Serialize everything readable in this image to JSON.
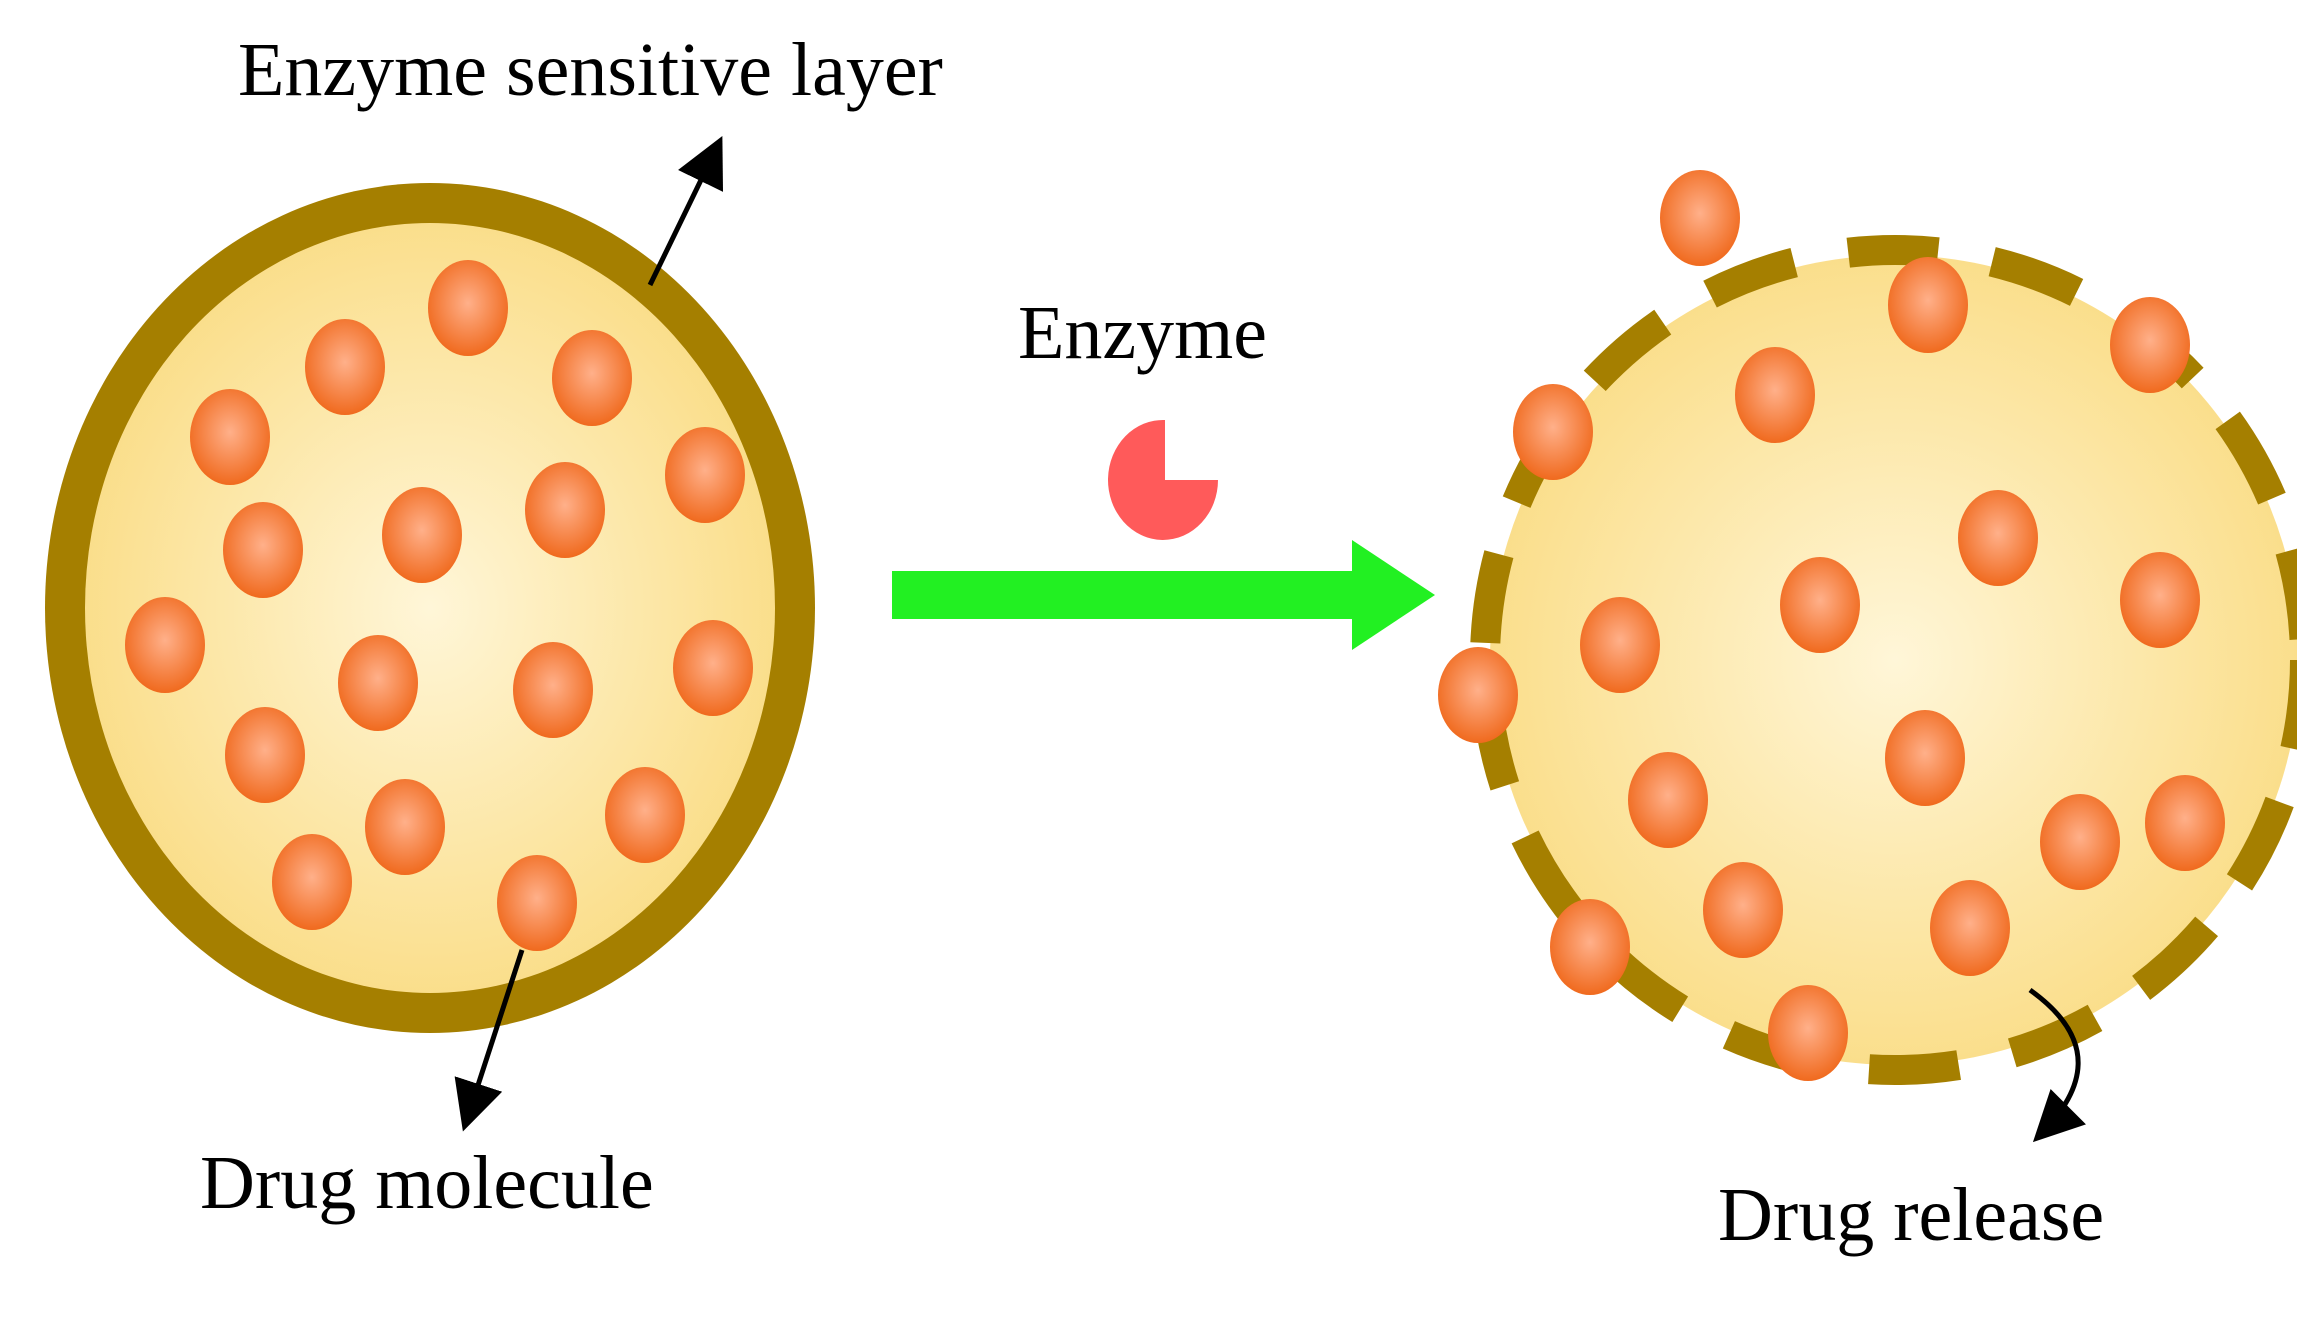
{
  "labels": {
    "enzyme_sensitive_layer": "Enzyme sensitive layer",
    "enzyme": "Enzyme",
    "drug_molecule": "Drug molecule",
    "drug_release": "Drug release"
  },
  "colors": {
    "capsule_shell": "#A57F00",
    "capsule_core_center": "#FFF6D8",
    "capsule_core_edge": "#FADC84",
    "drug_center": "#FFB08A",
    "drug_edge": "#F06A1E",
    "enzyme": "#FF5A5A",
    "process_arrow": "#22F022",
    "pointer_arrow": "#000000"
  },
  "icons": {
    "enzyme": "pacman-shape-icon",
    "drug": "sphere-icon"
  }
}
